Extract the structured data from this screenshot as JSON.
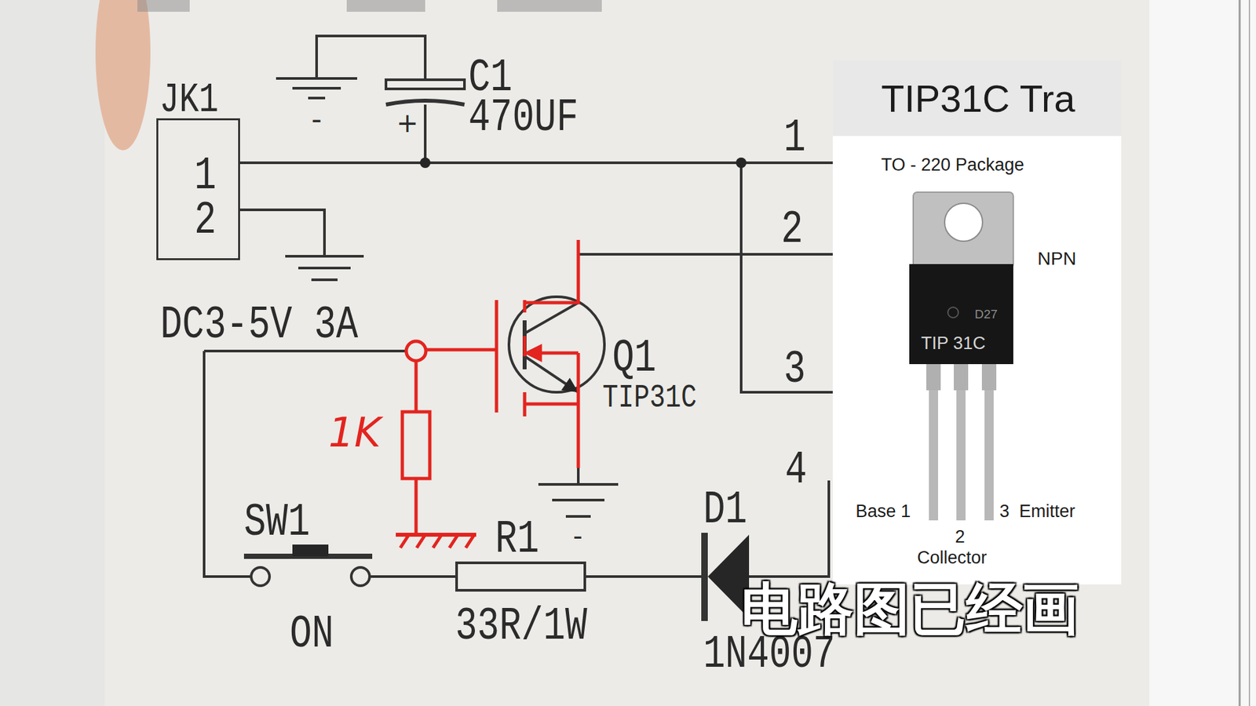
{
  "diagram": {
    "nodes": [
      {
        "text": [
          "JK1",
          "1",
          "2"
        ]
      },
      {
        "text": [
          "TIP31C Tra",
          "TO - 220 Package",
          "NPN",
          "D27",
          "TIP 31C",
          "Base 1",
          "2",
          "Collector",
          "3  Emitter"
        ]
      }
    ],
    "labels": [
      "C1",
      "470UF",
      "-",
      "+",
      "1",
      "2",
      "3",
      "4",
      "DC3-5V 3A",
      "Q1",
      "TIP31C",
      "-",
      "1K",
      "SW1",
      "ON",
      "R1",
      "33R/1W",
      "D1",
      "1N4007",
      "电路图已经画"
    ]
  }
}
